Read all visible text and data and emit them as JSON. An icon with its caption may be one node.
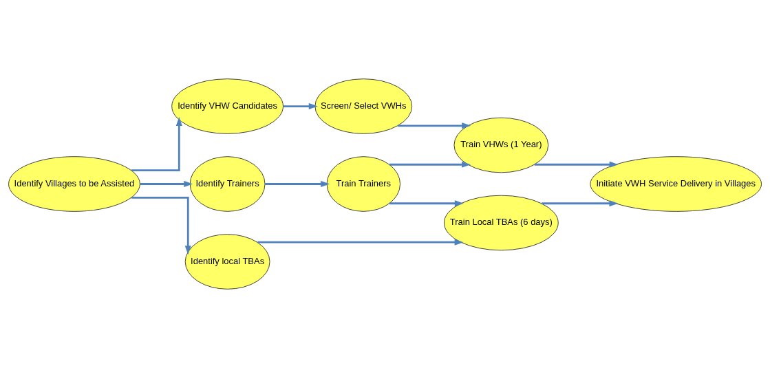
{
  "diagram": {
    "nodes": [
      {
        "text": [
          "Identify Villages to be Assisted"
        ]
      },
      {
        "text": [
          "Identify VHW Candidates"
        ]
      },
      {
        "text": [
          "Screen/ Select VWHs"
        ]
      },
      {
        "text": [
          "Train VHWs (1 Year)"
        ]
      },
      {
        "text": [
          "Identify Trainers"
        ]
      },
      {
        "text": [
          "Train Trainers"
        ]
      },
      {
        "text": [
          "Initiate VWH Service Delivery in Villages"
        ]
      },
      {
        "text": [
          "Identify local TBAs"
        ]
      },
      {
        "text": [
          "Train Local TBAs (6 days)"
        ]
      }
    ],
    "edges": [
      {
        "from": 0,
        "to": 1,
        "arrow": "to"
      },
      {
        "from": 0,
        "to": 4,
        "arrow": "to"
      },
      {
        "from": 0,
        "to": 7,
        "arrow": "to"
      },
      {
        "from": 1,
        "to": 2,
        "arrow": "to"
      },
      {
        "from": 2,
        "to": 3,
        "arrow": "to"
      },
      {
        "from": 4,
        "to": 5,
        "arrow": "to"
      },
      {
        "from": 5,
        "to": 3,
        "arrow": "to"
      },
      {
        "from": 5,
        "to": 8,
        "arrow": "to"
      },
      {
        "from": 7,
        "to": 8,
        "arrow": "to"
      },
      {
        "from": 3,
        "to": 6,
        "arrow": "to"
      },
      {
        "from": 8,
        "to": 6,
        "arrow": "to"
      }
    ]
  }
}
